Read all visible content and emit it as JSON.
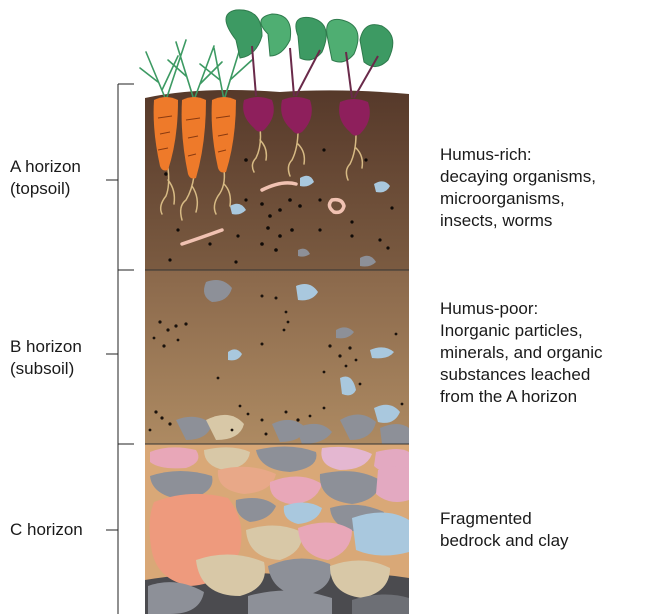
{
  "horizons": [
    {
      "id": "A",
      "label_lines": [
        "A horizon",
        "(topsoil)"
      ],
      "description_lines": [
        "Humus-rich:",
        "decaying organisms,",
        "microorganisms,",
        "insects, worms"
      ]
    },
    {
      "id": "B",
      "label_lines": [
        "B horizon",
        "(subsoil)"
      ],
      "description_lines": [
        "Humus-poor:",
        "Inorganic particles,",
        "minerals, and organic",
        "substances leached",
        "from the A horizon"
      ]
    },
    {
      "id": "C",
      "label_lines": [
        "C horizon"
      ],
      "description_lines": [
        "Fragmented",
        "bedrock and clay"
      ]
    }
  ],
  "plants": {
    "carrots": 3,
    "beets": 3
  },
  "colors": {
    "topsoil_top": "#5a3e2e",
    "topsoil_bottom": "#7a5a40",
    "subsoil_top": "#8c6a4c",
    "subsoil_bottom": "#a8865f",
    "clay": "#d9a877",
    "carrot": "#ee7a2a",
    "beet": "#8e1f5c",
    "leaf": "#3d9a63",
    "root": "#d7ba84",
    "worm": "#f1c2b2"
  }
}
